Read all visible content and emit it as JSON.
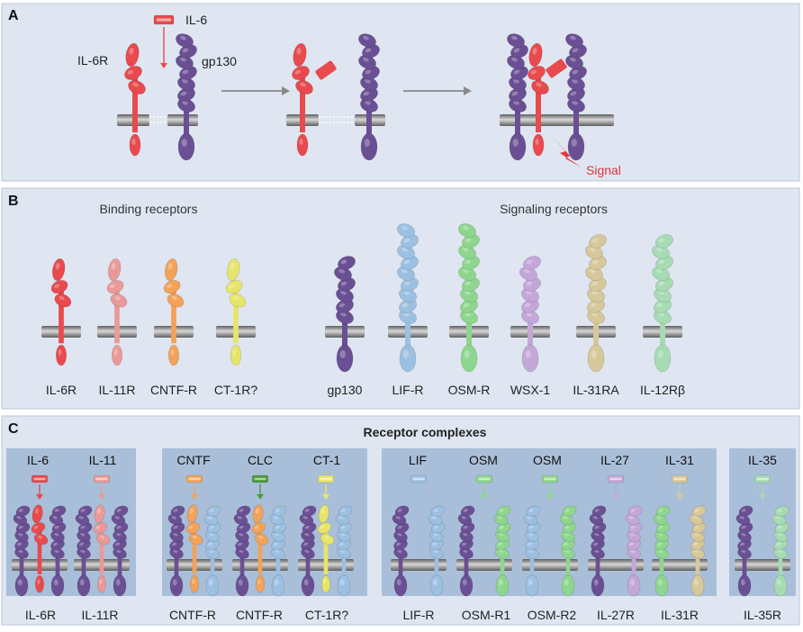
{
  "panels": {
    "a": {
      "letter": "A"
    },
    "b": {
      "letter": "B",
      "binding_title": "Binding receptors",
      "signaling_title": "Signaling receptors"
    },
    "c": {
      "letter": "C",
      "title": "Receptor complexes"
    }
  },
  "panel_a": {
    "ligand_label": "IL-6",
    "receptor_label": "IL-6R",
    "gp130_label": "gp130",
    "signal_label": "Signal"
  },
  "panel_b": {
    "binding": [
      {
        "label": "IL-6R",
        "color": "#e84a4e"
      },
      {
        "label": "IL-11R",
        "color": "#e99a98"
      },
      {
        "label": "CNTF-R",
        "color": "#f3a259"
      },
      {
        "label": "CT-1R?",
        "color": "#e6e56a"
      }
    ],
    "signaling": [
      {
        "label": "gp130",
        "color": "#6b4f94"
      },
      {
        "label": "LIF-R",
        "color": "#9cc0e1"
      },
      {
        "label": "OSM-R",
        "color": "#8ed68e"
      },
      {
        "label": "WSX-1",
        "color": "#c4a7d9"
      },
      {
        "label": "IL-31RA",
        "color": "#d6c89a"
      },
      {
        "label": "IL-12Rβ",
        "color": "#a6dbb3"
      }
    ]
  },
  "panel_c": {
    "groups": [
      {
        "cytokines": [
          "IL-6",
          "IL-11"
        ],
        "receptors": [
          "IL-6R",
          "IL-11R"
        ]
      },
      {
        "cytokines": [
          "CNTF",
          "CLC",
          "CT-1"
        ],
        "receptors": [
          "CNTF-R",
          "CNTF-R",
          "CT-1R?"
        ]
      },
      {
        "cytokines": [
          "LIF",
          "OSM",
          "OSM",
          "IL-27",
          "IL-31"
        ],
        "receptors": [
          "LIF-R",
          "OSM-R1",
          "OSM-R2",
          "IL-27R",
          "IL-31R"
        ]
      },
      {
        "cytokines": [
          "IL-35"
        ],
        "receptors": [
          "IL-35R"
        ]
      }
    ]
  },
  "colors": {
    "panel_bg": "#dfe6f1",
    "panel_border": "#b9c5d6",
    "complex_bg": "#a9bfd9",
    "membrane": "#8f8f8f",
    "arrow": "#8a8a8a",
    "signal": "#e2343b"
  }
}
